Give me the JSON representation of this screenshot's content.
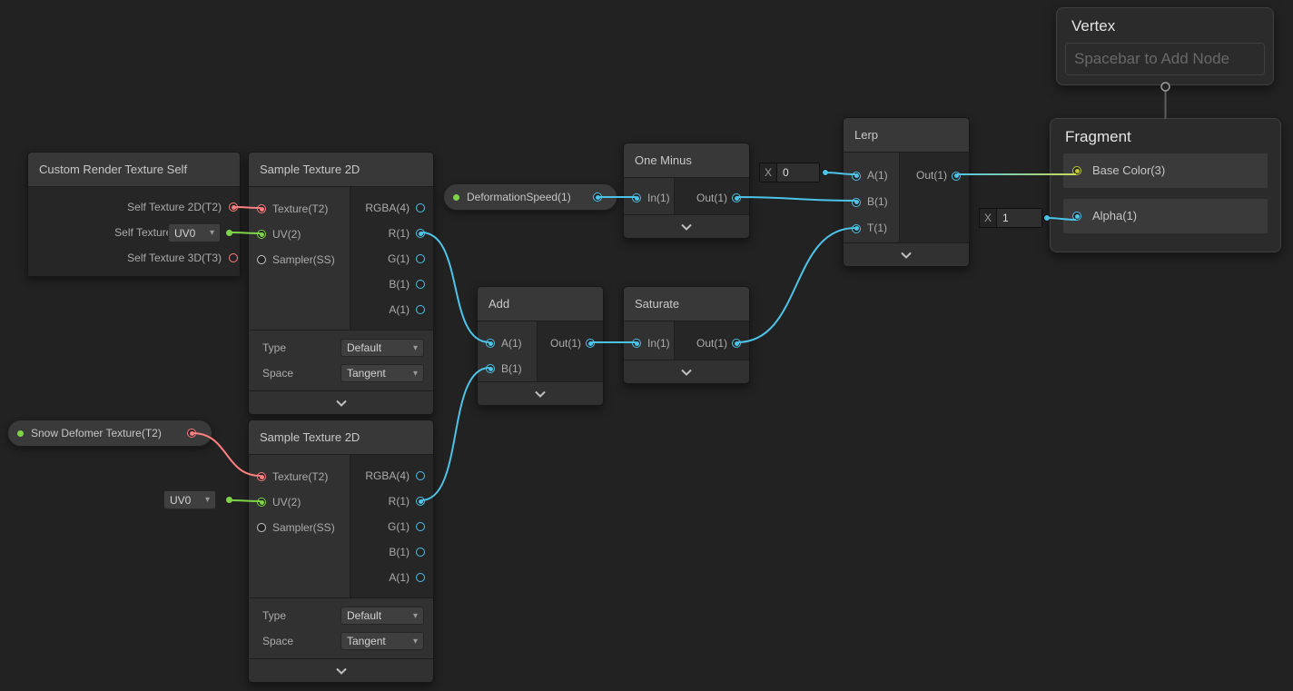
{
  "colors": {
    "float": "#4EC3E8",
    "vec2": "#7ED348",
    "vec3": "#BFC832",
    "vec4": "#4EC3E8",
    "texture": "#FF8080",
    "sampler": "#C8C8C8"
  },
  "nodes": {
    "customRT": {
      "title": "Custom Render Texture Self",
      "outputs": [
        "Self Texture 2D(T2)",
        "Self Texture Cube(C)",
        "Self Texture 3D(T3)"
      ]
    },
    "sample1": {
      "title": "Sample Texture 2D",
      "inputs": [
        "Texture(T2)",
        "UV(2)",
        "Sampler(SS)"
      ],
      "outputs": [
        "RGBA(4)",
        "R(1)",
        "G(1)",
        "B(1)",
        "A(1)"
      ],
      "params": [
        {
          "label": "Type",
          "value": "Default"
        },
        {
          "label": "Space",
          "value": "Tangent"
        }
      ]
    },
    "sample2": {
      "title": "Sample Texture 2D",
      "inputs": [
        "Texture(T2)",
        "UV(2)",
        "Sampler(SS)"
      ],
      "outputs": [
        "RGBA(4)",
        "R(1)",
        "G(1)",
        "B(1)",
        "A(1)"
      ],
      "params": [
        {
          "label": "Type",
          "value": "Default"
        },
        {
          "label": "Space",
          "value": "Tangent"
        }
      ]
    },
    "oneMinus": {
      "title": "One Minus",
      "input": "In(1)",
      "output": "Out(1)"
    },
    "add": {
      "title": "Add",
      "input_a": "A(1)",
      "input_b": "B(1)",
      "output": "Out(1)"
    },
    "saturate": {
      "title": "Saturate",
      "input": "In(1)",
      "output": "Out(1)"
    },
    "lerp": {
      "title": "Lerp",
      "input_a": "A(1)",
      "input_b": "B(1)",
      "input_t": "T(1)",
      "output": "Out(1)",
      "a_field": {
        "label": "X",
        "value": "0"
      }
    },
    "vertex": {
      "title": "Vertex",
      "placeholder": "Spacebar to Add Node"
    },
    "fragment": {
      "title": "Fragment",
      "base_color": "Base Color(3)",
      "alpha": "Alpha(1)",
      "alpha_field": {
        "label": "X",
        "value": "1"
      }
    }
  },
  "pills": {
    "deformation_speed": "DeformationSpeed(1)",
    "snow_deformer": "Snow Defomer Texture(T2)"
  },
  "dropdowns": {
    "uv_a": "UV0",
    "uv_b": "UV0"
  }
}
